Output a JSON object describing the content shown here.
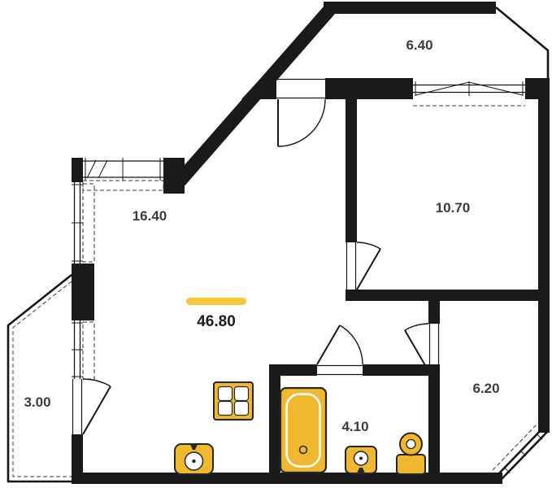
{
  "rooms": [
    {
      "name": "balcony-top",
      "area": "6.40"
    },
    {
      "name": "room-right",
      "area": "10.70"
    },
    {
      "name": "room-left",
      "area": "16.40"
    },
    {
      "name": "total-area",
      "area": "46.80",
      "highlighted": true
    },
    {
      "name": "balcony-bottom-left",
      "area": "3.00"
    },
    {
      "name": "bathroom",
      "area": "4.10"
    },
    {
      "name": "room-bottom-right",
      "area": "6.20"
    }
  ],
  "fixtures": [
    "stove",
    "kitchen-sink",
    "bathtub",
    "washbasin",
    "toilet"
  ],
  "colors": {
    "walls": "#1a1a1a",
    "fixtures": "#F0B82F",
    "highlight": "#F6C63B",
    "label_text": "#3c3c3c",
    "total_text": "#1c1c1c",
    "background": "#ffffff"
  }
}
